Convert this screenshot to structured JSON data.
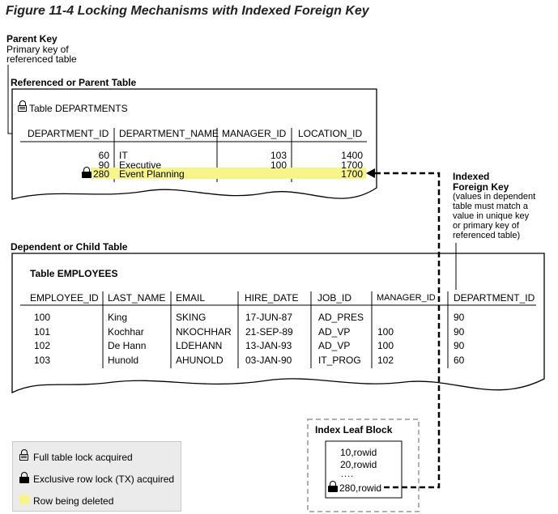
{
  "figure_title": "Figure 11-4 Locking Mechanisms with Indexed Foreign Key",
  "parent_key": {
    "title": "Parent Key",
    "line1": "Primary key of",
    "line2": "referenced table"
  },
  "parent_section_label": "Referenced or Parent Table",
  "departments": {
    "table_name": "Table DEPARTMENTS",
    "headers": [
      "DEPARTMENT_ID",
      "DEPARTMENT_NAME",
      "MANAGER_ID",
      "LOCATION_ID"
    ],
    "rows": [
      {
        "id": "60",
        "name": "IT",
        "manager": "103",
        "location": "1400"
      },
      {
        "id": "90",
        "name": "Executive",
        "manager": "100",
        "location": "1700"
      },
      {
        "id": "280",
        "name": "Event Planning",
        "manager": "",
        "location": "1700"
      }
    ]
  },
  "indexed_fk": {
    "title1": "Indexed",
    "title2": "Foreign Key",
    "desc": [
      "(values in dependent",
      "table must match a",
      "value in unique key",
      "or primary key of",
      "referenced table)"
    ]
  },
  "child_section_label": "Dependent or Child Table",
  "employees": {
    "table_name": "Table EMPLOYEES",
    "headers": [
      "EMPLOYEE_ID",
      "LAST_NAME",
      "EMAIL",
      "HIRE_DATE",
      "JOB_ID",
      "MANAGER_ID",
      "DEPARTMENT_ID"
    ],
    "rows": [
      [
        "100",
        "King",
        "SKING",
        "17-JUN-87",
        "AD_PRES",
        "",
        "90"
      ],
      [
        "101",
        "Kochhar",
        "NKOCHHAR",
        "21-SEP-89",
        "AD_VP",
        "100",
        "90"
      ],
      [
        "102",
        "De Hann",
        "LDEHANN",
        "13-JAN-93",
        "AD_VP",
        "100",
        "90"
      ],
      [
        "103",
        "Hunold",
        "AHUNOLD",
        "03-JAN-90",
        "IT_PROG",
        "102",
        "60"
      ]
    ]
  },
  "index_leaf": {
    "title": "Index Leaf Block",
    "entries": [
      "10,rowid",
      "20,rowid",
      "....",
      "280,rowid"
    ]
  },
  "legend": {
    "full_lock": "Full table lock acquired",
    "row_lock": "Exclusive row lock (TX) acquired",
    "deleted": "Row being deleted"
  },
  "colors": {
    "highlight": "#f7f48a",
    "legend_bg": "#ebebeb",
    "dashed_box": "#b0b0b0"
  }
}
